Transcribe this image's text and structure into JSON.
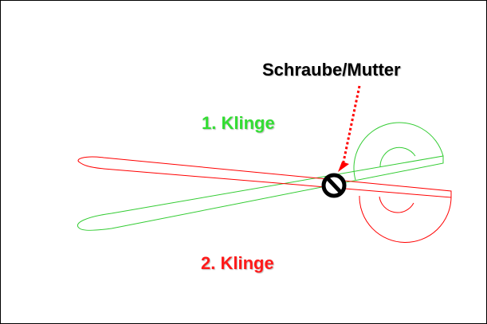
{
  "labels": {
    "screw_nut": "Schraube/Mutter",
    "blade_1": "1. Klinge",
    "blade_2": "2. Klinge"
  },
  "colors": {
    "blade_1": "#33cc33",
    "blade_2": "#ff0000",
    "blade_1_label": "#33dd33",
    "blade_2_label": "#ff1a1a",
    "screw": "#000000",
    "arrow": "#ff0000"
  },
  "icons": {
    "pivot": "prohibition-circle-icon",
    "pointer": "dotted-arrow-icon"
  }
}
